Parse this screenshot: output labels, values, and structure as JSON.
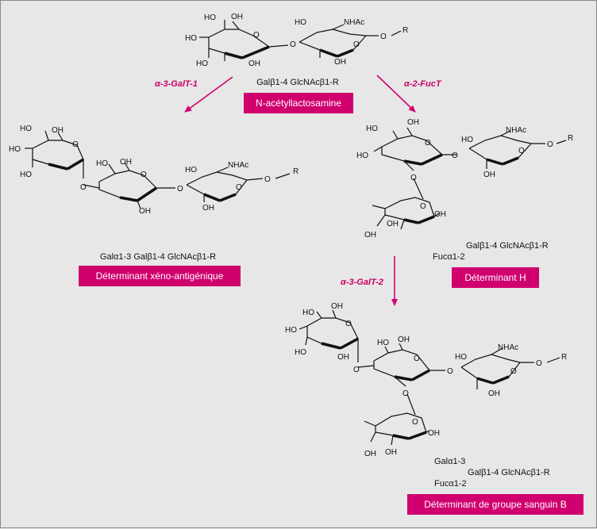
{
  "accent_color": "#d0006f",
  "top": {
    "formula": "Galβ1-4 GlcNAcβ1-R",
    "name": "N-acétyllactosamine"
  },
  "left": {
    "enzyme": "α-3-GalT-1",
    "formula": "Galα1-3 Galβ1-4 GlcNAcβ1-R",
    "name": "Déterminant xéno-antigénique"
  },
  "right": {
    "enzyme": "α-2-FucT",
    "formula_line1": "Galβ1-4 GlcNAcβ1-R",
    "formula_line2": "Fucα1-2",
    "name": "Déterminant H"
  },
  "bottom": {
    "enzyme": "α-3-GalT-2",
    "formula_line1": "Galα1-3",
    "formula_line2": "Galβ1-4 GlcNAcβ1-R",
    "formula_line3": "Fucα1-2",
    "name": "Déterminant de groupe sanguin B"
  },
  "atoms": {
    "ho": "HO",
    "oh": "OH",
    "o": "O",
    "nhac": "NHAc",
    "r": "R"
  }
}
